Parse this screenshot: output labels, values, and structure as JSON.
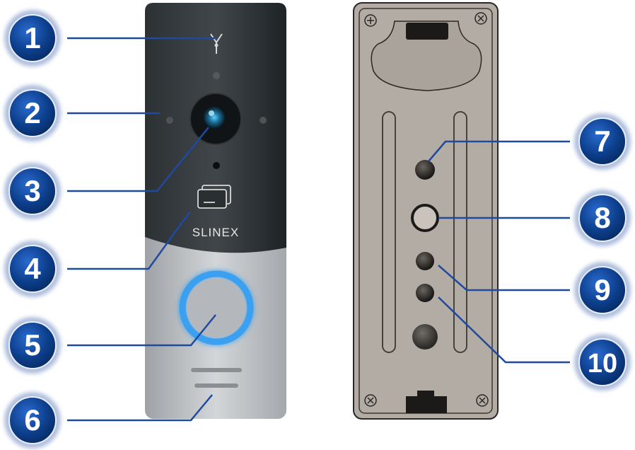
{
  "brand": "SLINEX",
  "callouts": [
    {
      "label": "1"
    },
    {
      "label": "2"
    },
    {
      "label": "3"
    },
    {
      "label": "4"
    },
    {
      "label": "5"
    },
    {
      "label": "6"
    },
    {
      "label": "7"
    },
    {
      "label": "8"
    },
    {
      "label": "9"
    },
    {
      "label": "10"
    }
  ],
  "colors": {
    "badge": "#0d3f8c",
    "leader": "#1f4a9e",
    "ring": "#3aa0f0",
    "panel_dark": "#22282b",
    "panel_silver": "#b8bcc0",
    "back_plate": "#b2aca4"
  }
}
